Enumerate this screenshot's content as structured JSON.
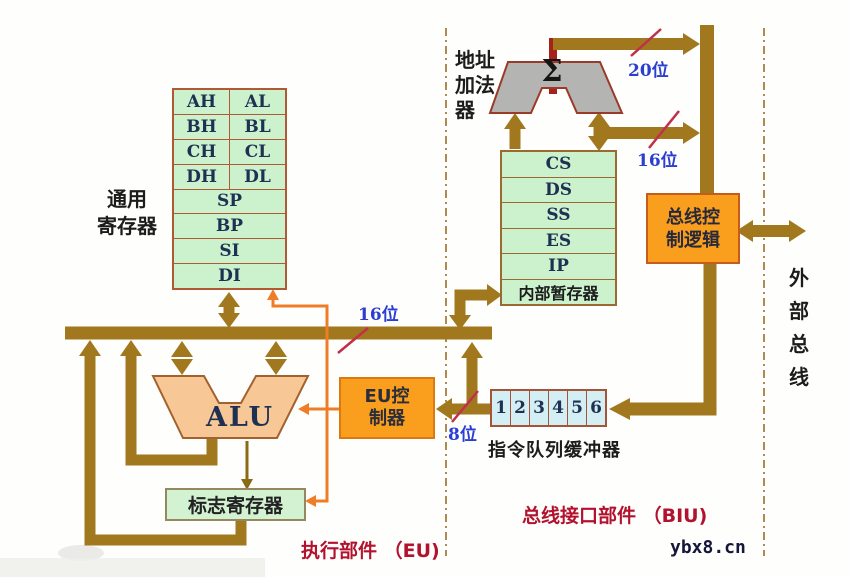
{
  "colors": {
    "bus_brown": "#a1781e",
    "box_orange": "#f99e1d",
    "cell_green": "#ccf2cd",
    "cell_cyan": "#d4eff3",
    "adder_gray": "#b4b4b2",
    "alu_peach": "#f7c795",
    "label_blue": "#2a3ed2",
    "label_red": "#b2122d",
    "wire_orange": "#ef7d28",
    "slash_red": "#c1304a"
  },
  "eu": {
    "general_registers_label": "通用\n寄存器",
    "register_pairs": [
      {
        "high": "AH",
        "low": "AL"
      },
      {
        "high": "BH",
        "low": "BL"
      },
      {
        "high": "CH",
        "low": "CL"
      },
      {
        "high": "DH",
        "low": "DL"
      }
    ],
    "register_singles": [
      "SP",
      "BP",
      "SI",
      "DI"
    ],
    "alu_label": "ALU",
    "flag_register_label": "标志寄存器",
    "eu_controller_label": "EU控\n制器",
    "section_label": "执行部件 （EU)"
  },
  "biu": {
    "address_adder_label": "地址\n加法\n器",
    "sigma": "Σ",
    "segment_registers": [
      "CS",
      "DS",
      "SS",
      "ES",
      "IP",
      "内部暂存器"
    ],
    "bus_control_label": "总线控\n制逻辑",
    "external_bus_label": "外\n部\n总\n线",
    "queue_cells": [
      "1",
      "2",
      "3",
      "4",
      "5",
      "6"
    ],
    "queue_label": "指令队列缓冲器",
    "section_label": "总线接口部件 （BIU)"
  },
  "bus_widths": {
    "main_bus": "16位",
    "address_bus": "20位",
    "data_bus": "16位",
    "queue_bus": "8位"
  },
  "watermark": "ybx8.cn"
}
